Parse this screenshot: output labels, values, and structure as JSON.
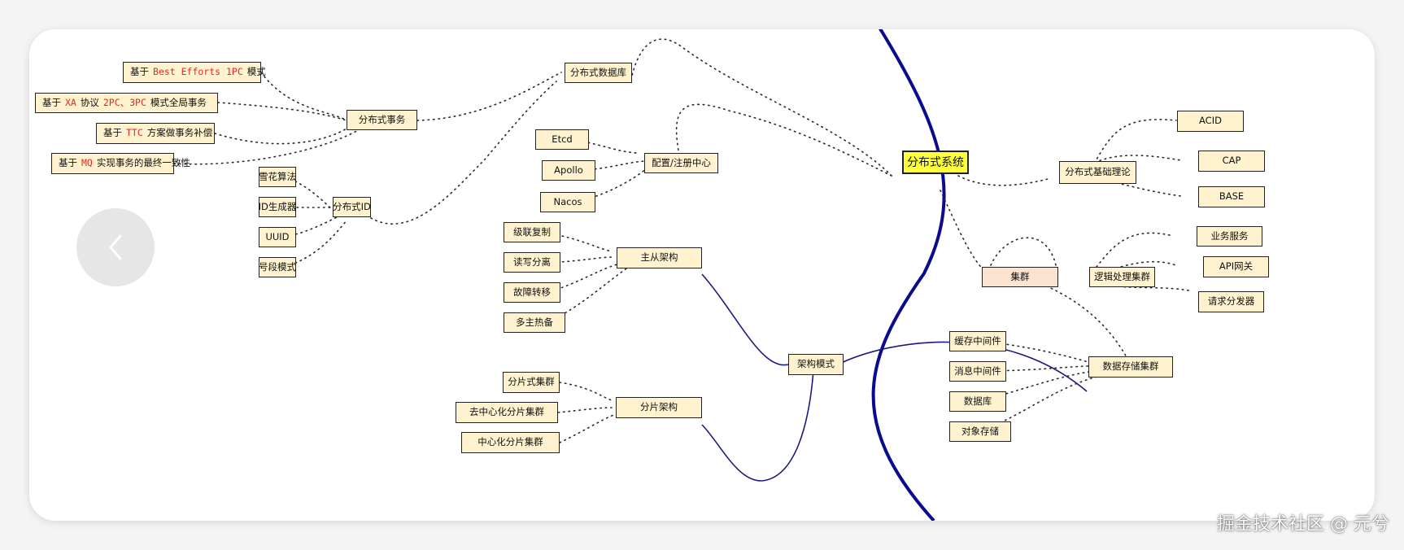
{
  "diagram": {
    "root": "分布式系统",
    "distributed_transaction": {
      "label": "分布式事务",
      "items": [
        {
          "prefix": "基于",
          "highlight": "Best Efforts 1PC",
          "suffix": "模式"
        },
        {
          "prefix": "基于",
          "highlight": "XA",
          "suffix": "协议",
          "highlight2": "2PC、3PC",
          "suffix2": "模式全局事务"
        },
        {
          "prefix": "基于",
          "highlight": "TTC",
          "suffix": "方案做事务补偿"
        },
        {
          "prefix": "基于",
          "highlight": "MQ",
          "suffix": "实现事务的最终一致性"
        }
      ]
    },
    "distributed_db": {
      "label": "分布式数据库"
    },
    "distributed_id": {
      "label": "分布式ID",
      "items": [
        "雪花算法",
        "ID生成器",
        "UUID",
        "号段模式"
      ]
    },
    "config_center": {
      "label": "配置/注册中心",
      "items": [
        "Etcd",
        "Apollo",
        "Nacos"
      ]
    },
    "master_slave": {
      "label": "主从架构",
      "items": [
        "级联复制",
        "读写分离",
        "故障转移",
        "多主热备"
      ]
    },
    "architecture_mode": {
      "label": "架构模式"
    },
    "sharding": {
      "label": "分片架构",
      "items": [
        "分片式集群",
        "去中心化分片集群",
        "中心化分片集群"
      ]
    },
    "theory": {
      "label": "分布式基础理论",
      "items": [
        "ACID",
        "CAP",
        "BASE"
      ]
    },
    "cluster": {
      "label": "集群"
    },
    "logic_cluster": {
      "label": "逻辑处理集群",
      "items": [
        "业务服务",
        "API网关",
        "请求分发器"
      ]
    },
    "storage_cluster": {
      "label": "数据存储集群",
      "items": [
        "缓存中间件",
        "消息中间件",
        "数据库",
        "对象存储"
      ]
    }
  },
  "nav": {
    "prev_icon": "chevron-left-icon"
  },
  "watermark": "掘金技术社区 @ 元兮",
  "colors": {
    "node_fill": "#fff3cf",
    "root_fill": "#ffff3a",
    "cluster_fill": "#fbe3cf",
    "highlight": "#e02a2a",
    "spine": "#0b0b8f"
  }
}
